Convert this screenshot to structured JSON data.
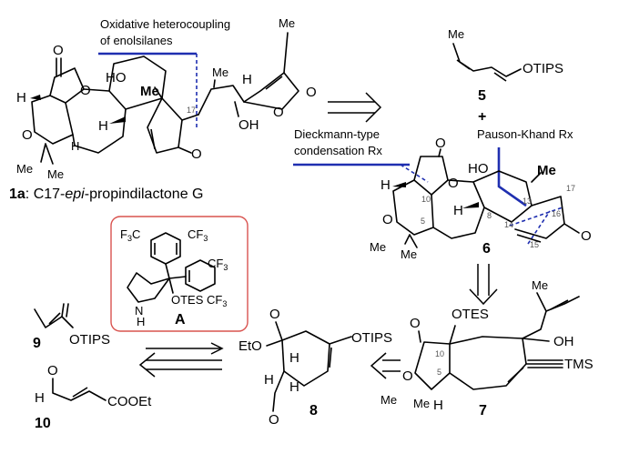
{
  "annotations": {
    "heterocoupling_line1": "Oxidative heterocoupling",
    "heterocoupling_line2": "of enolsilanes",
    "dieckmann_line1": "Dieckmann-type",
    "dieckmann_line2": "condensation Rx",
    "pauson_khand": "Pauson-Khand Rx"
  },
  "target": {
    "label_num": "1a",
    "label_colon": ": C17-",
    "label_epi": "epi",
    "label_rest": "-propindilactone G"
  },
  "compounds": {
    "c5": "5",
    "c6": "6",
    "c7": "7",
    "c8": "8",
    "c9": "9",
    "c10": "10",
    "catA": "A",
    "plus": "+"
  },
  "atoms": {
    "O": "O",
    "HO": "HO",
    "OH": "OH",
    "H": "H",
    "Me": "Me",
    "OTIPS": "OTIPS",
    "OTES": "OTES",
    "TMS": "TMS",
    "EtO": "EtO",
    "COOEt": "COOEt",
    "CF3": "CF",
    "F3C": "F",
    "N": "N",
    "OTES_CF3": "OTES"
  },
  "numbering": {
    "n17a": "17",
    "n10": "10",
    "n5": "5",
    "n8": "8",
    "n13": "13",
    "n14": "14",
    "n15": "15",
    "n16": "16",
    "n17b": "17",
    "n10b": "10",
    "n5b": "5"
  }
}
